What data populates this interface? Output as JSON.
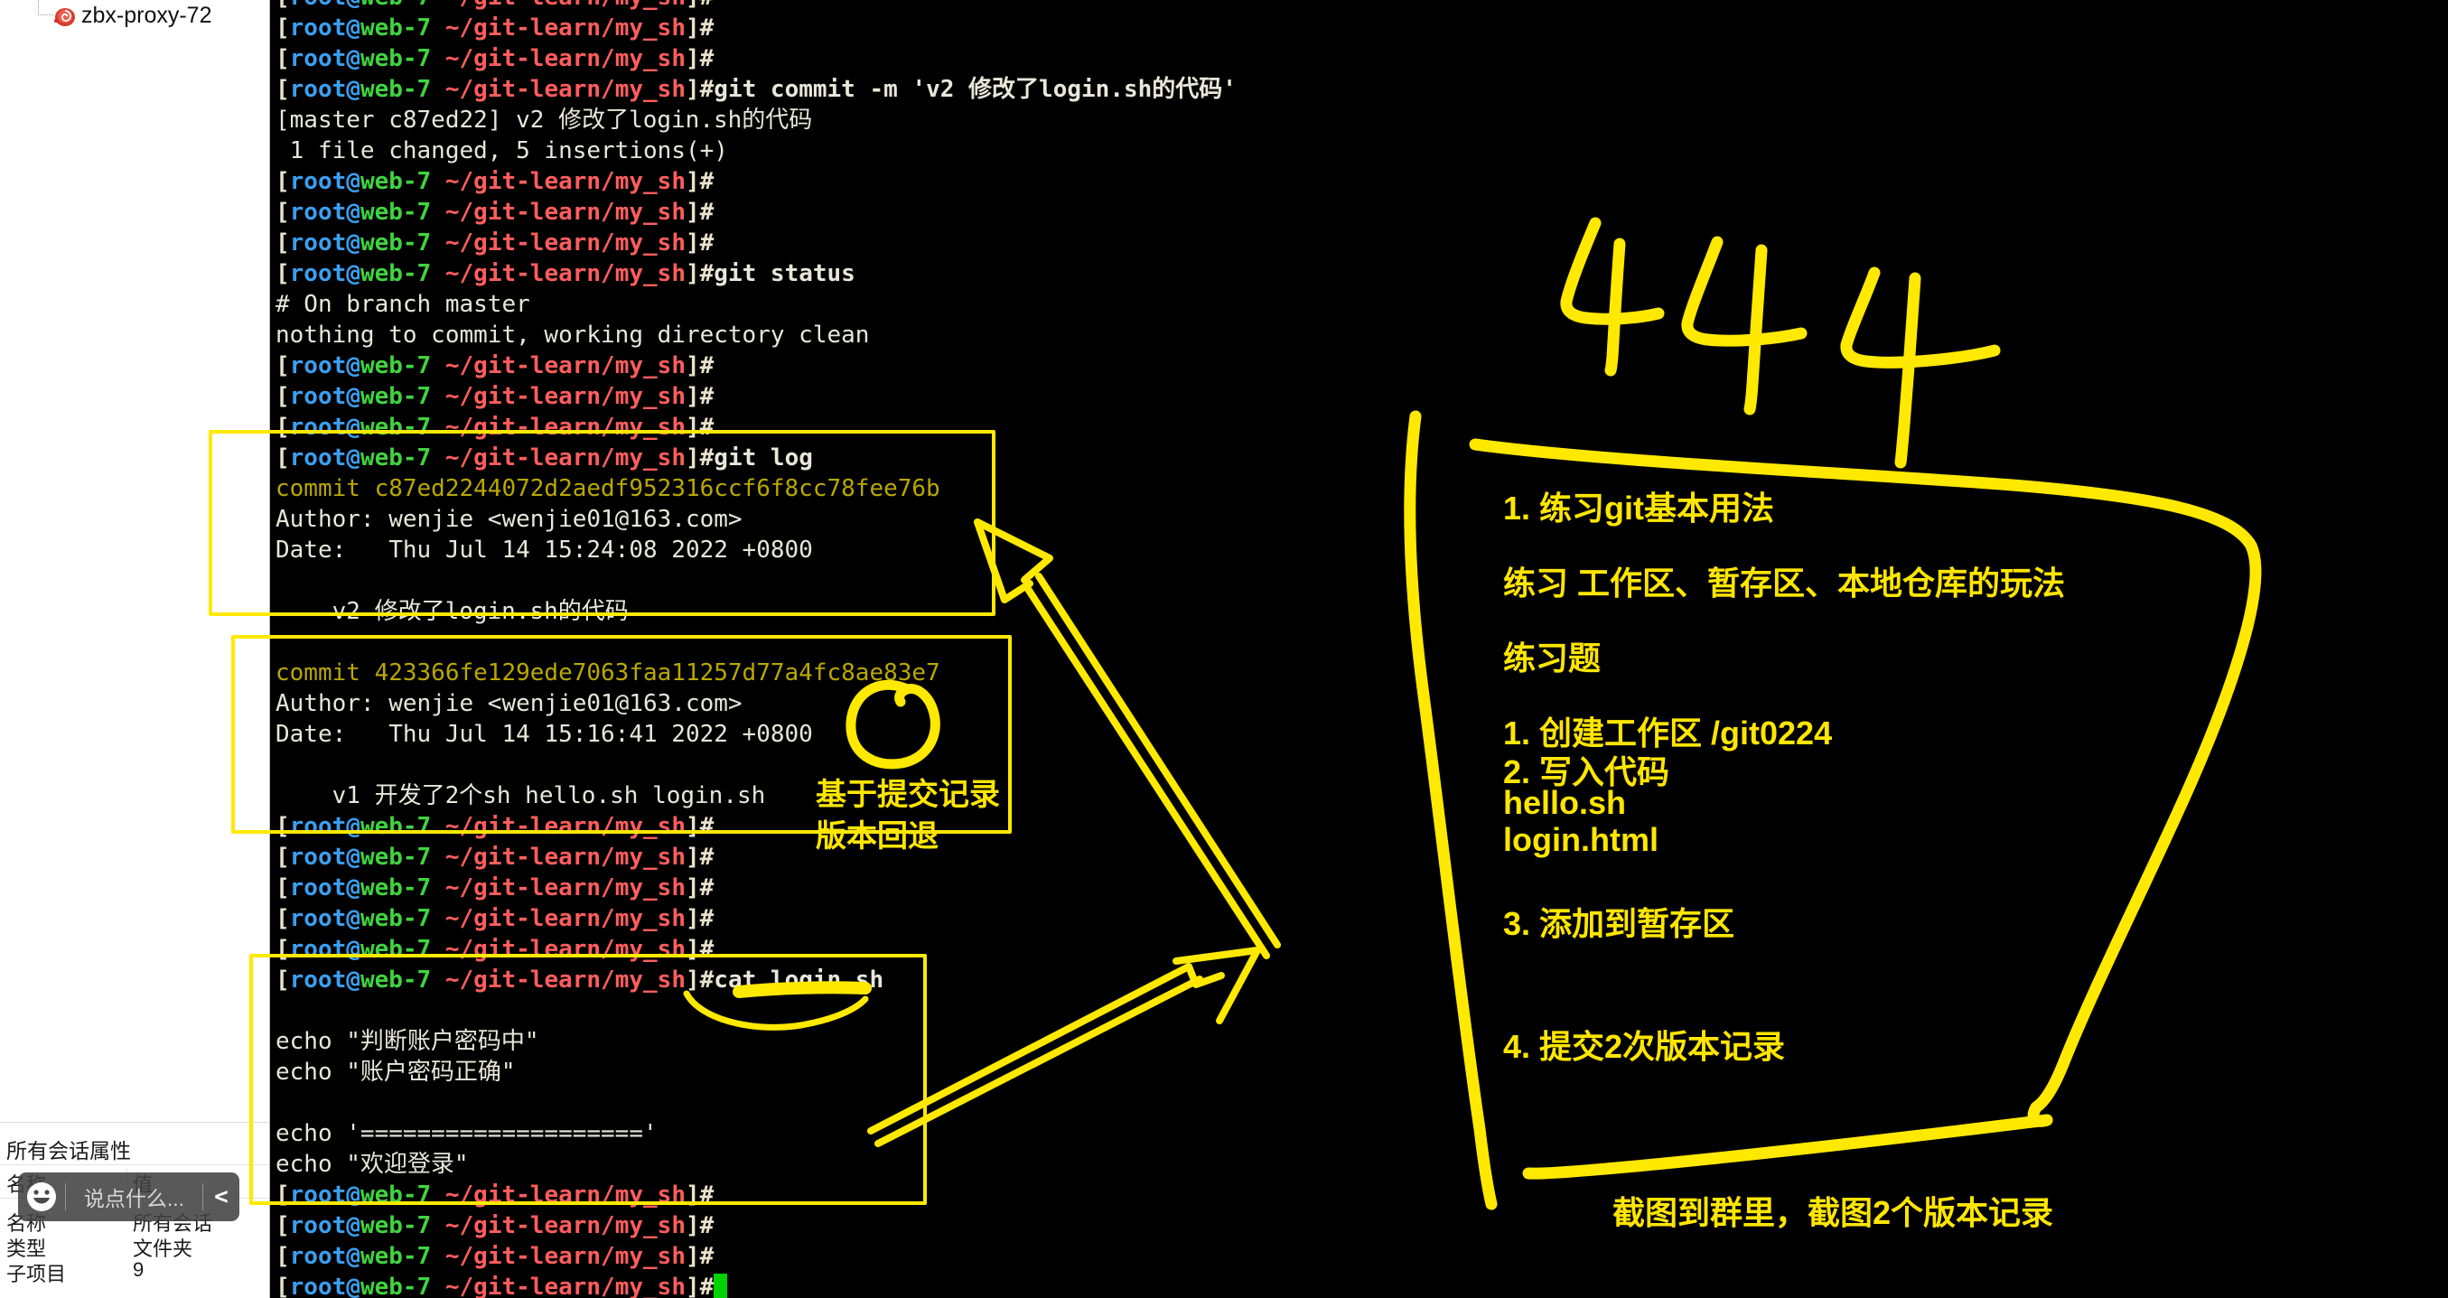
{
  "colors": {
    "bracket": "#e9e2cd",
    "user": "#3b9ff0",
    "host": "#3fd43f",
    "path": "#ff5d5d",
    "text": "#e9e6da",
    "commit": "#b9a800",
    "cursor": "#00d300",
    "yellow": "#ffe900",
    "note": "#ffe600"
  },
  "sidebar": {
    "session_icon": "snail-icon",
    "session_label": "zbx-proxy-72"
  },
  "panel": {
    "title": "所有会话属性",
    "columns": [
      "名称",
      "值"
    ],
    "rows": [
      {
        "name": "名称",
        "value": "所有会话"
      },
      {
        "name": "类型",
        "value": "文件夹"
      },
      {
        "name": "子项目",
        "value": "9"
      }
    ]
  },
  "composer": {
    "emoji_icon": "smiley-icon",
    "placeholder": "说点什么...",
    "collapse_label": "<"
  },
  "terminal": {
    "prompt_segments": [
      [
        "bracket",
        "["
      ],
      [
        "user",
        "root@"
      ],
      [
        "host",
        "web-7"
      ],
      [
        "path",
        " ~/git-learn/my_sh"
      ],
      [
        "bracket",
        "]#"
      ]
    ],
    "lines": [
      {
        "prompt": true
      },
      {
        "prompt": true
      },
      {
        "prompt": true
      },
      {
        "prompt": true,
        "cmd": "git commit -m 'v2 修改了login.sh的代码'"
      },
      {
        "spans": [
          [
            "text",
            "[master c87ed22] v2 修改了login.sh的代码"
          ]
        ]
      },
      {
        "spans": [
          [
            "text",
            " 1 file changed, 5 insertions(+)"
          ]
        ]
      },
      {
        "prompt": true
      },
      {
        "prompt": true
      },
      {
        "prompt": true
      },
      {
        "prompt": true,
        "cmd": "git status"
      },
      {
        "spans": [
          [
            "text",
            "# On branch master"
          ]
        ]
      },
      {
        "spans": [
          [
            "text",
            "nothing to commit, working directory clean"
          ]
        ]
      },
      {
        "prompt": true
      },
      {
        "prompt": true
      },
      {
        "prompt": true
      },
      {
        "prompt": true,
        "cmd": "git log"
      },
      {
        "spans": [
          [
            "commit",
            "commit c87ed2244072d2aedf952316ccf6f8cc78fee76b"
          ]
        ]
      },
      {
        "spans": [
          [
            "text",
            "Author: wenjie <wenjie01@163.com>"
          ]
        ]
      },
      {
        "spans": [
          [
            "text",
            "Date:   Thu Jul 14 15:24:08 2022 +0800"
          ]
        ]
      },
      {},
      {
        "spans": [
          [
            "text",
            "    v2 修改了login.sh的代码"
          ]
        ]
      },
      {},
      {
        "spans": [
          [
            "commit",
            "commit 423366fe129ede7063faa11257d77a4fc8ae83e7"
          ]
        ]
      },
      {
        "spans": [
          [
            "text",
            "Author: wenjie <wenjie01@163.com>"
          ]
        ]
      },
      {
        "spans": [
          [
            "text",
            "Date:   Thu Jul 14 15:16:41 2022 +0800"
          ]
        ]
      },
      {},
      {
        "spans": [
          [
            "text",
            "    v1 开发了2个sh hello.sh login.sh"
          ]
        ]
      },
      {
        "prompt": true
      },
      {
        "prompt": true
      },
      {
        "prompt": true
      },
      {
        "prompt": true
      },
      {
        "prompt": true
      },
      {
        "prompt": true,
        "cmd": "cat login.sh"
      },
      {},
      {
        "spans": [
          [
            "text",
            "echo \"判断账户密码中\""
          ]
        ]
      },
      {
        "spans": [
          [
            "text",
            "echo \"账户密码正确\""
          ]
        ]
      },
      {},
      {
        "spans": [
          [
            "text",
            "echo '===================='"
          ]
        ]
      },
      {
        "spans": [
          [
            "text",
            "echo \"欢迎登录\""
          ]
        ]
      },
      {
        "prompt": true
      },
      {
        "prompt": true
      },
      {
        "prompt": true
      },
      {
        "prompt": true,
        "cursor": true
      }
    ]
  },
  "annotations": {
    "handwritten_number": "444",
    "circle_label_line1": "基于提交记录",
    "circle_label_line2": "版本回退"
  },
  "notes": [
    "1. 练习git基本用法",
    "练习 工作区、暂存区、本地仓库的玩法",
    "练习题",
    "1. 创建工作区 /git0224",
    "2. 写入代码",
    "hello.sh",
    "login.html",
    "3. 添加到暂存区",
    "4. 提交2次版本记录",
    "截图到群里，截图2个版本记录"
  ]
}
